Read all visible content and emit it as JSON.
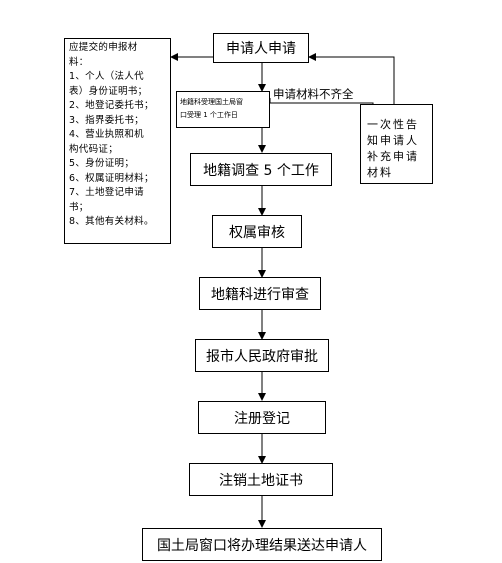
{
  "flowchart": {
    "apply": "申请人申请",
    "materials": {
      "title_lines": [
        "应提交的申报材",
        "料："
      ],
      "items": [
        [
          "1、个人（法人代",
          "表）身份证明书；"
        ],
        [
          "2、地登记委托书；"
        ],
        [
          "3、指界委托书；"
        ],
        [
          "4、营业执照和机",
          "构代码证；"
        ],
        [
          "5、身份证明；"
        ],
        [
          "6、权属证明材料；"
        ],
        [
          "7、土地登记申请",
          "书；"
        ],
        [
          "8、其他有关材料。"
        ]
      ]
    },
    "accept_lines": [
      "地籍科受理国土局窗",
      "口受理 1 个工作日"
    ],
    "incomplete_label": "申请材料不齐全",
    "notify_lines": [
      "一次性告",
      "知申请人",
      "补充申请",
      "材料"
    ],
    "survey": "地籍调查 5 个工作",
    "ownership_review": "权属审核",
    "cadastral_review": "地籍科进行审查",
    "government_approval": "报市人民政府审批",
    "registration": "注册登记",
    "cancel_certificate": "注销土地证书",
    "deliver": "国土局窗口将办理结果送达申请人"
  }
}
